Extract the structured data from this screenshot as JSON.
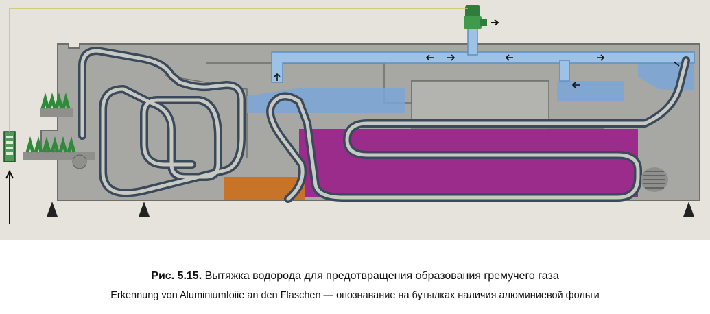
{
  "caption": {
    "label": "Рис. 5.15.",
    "title": "Вытяжка водорода для предотвращения образования гремучего газа",
    "subtitle": "Erkennung von Aluminiumfoiie an den Flaschen — опознавание на бутылках наличия алюминиевой фольги"
  },
  "colors": {
    "background": "#e6e3dc",
    "machine_body": "#a7a7a4",
    "machine_outline": "#6e6e6b",
    "conveyor": "#3a4a5a",
    "conveyor_inner": "#c9c9c4",
    "air_duct": "#9cc3e6",
    "air_duct_edge": "#5f8fc0",
    "cold_zone": "#7aa6d8",
    "hot_zone": "#9b2c8c",
    "warm_zone": "#c77428",
    "fan": "#2f7d3b",
    "bottles": "#2f8a3a",
    "sensor_line": "#c8c15a"
  },
  "icons": [
    "exhaust-fan-icon",
    "exhaust-arrow-icon",
    "airflow-arrow-icon",
    "bottle-infeed-icon",
    "bottle-outfeed-icon",
    "sensor-box-icon",
    "inlet-arrow-icon",
    "machine-foot-icon",
    "grille-icon"
  ]
}
